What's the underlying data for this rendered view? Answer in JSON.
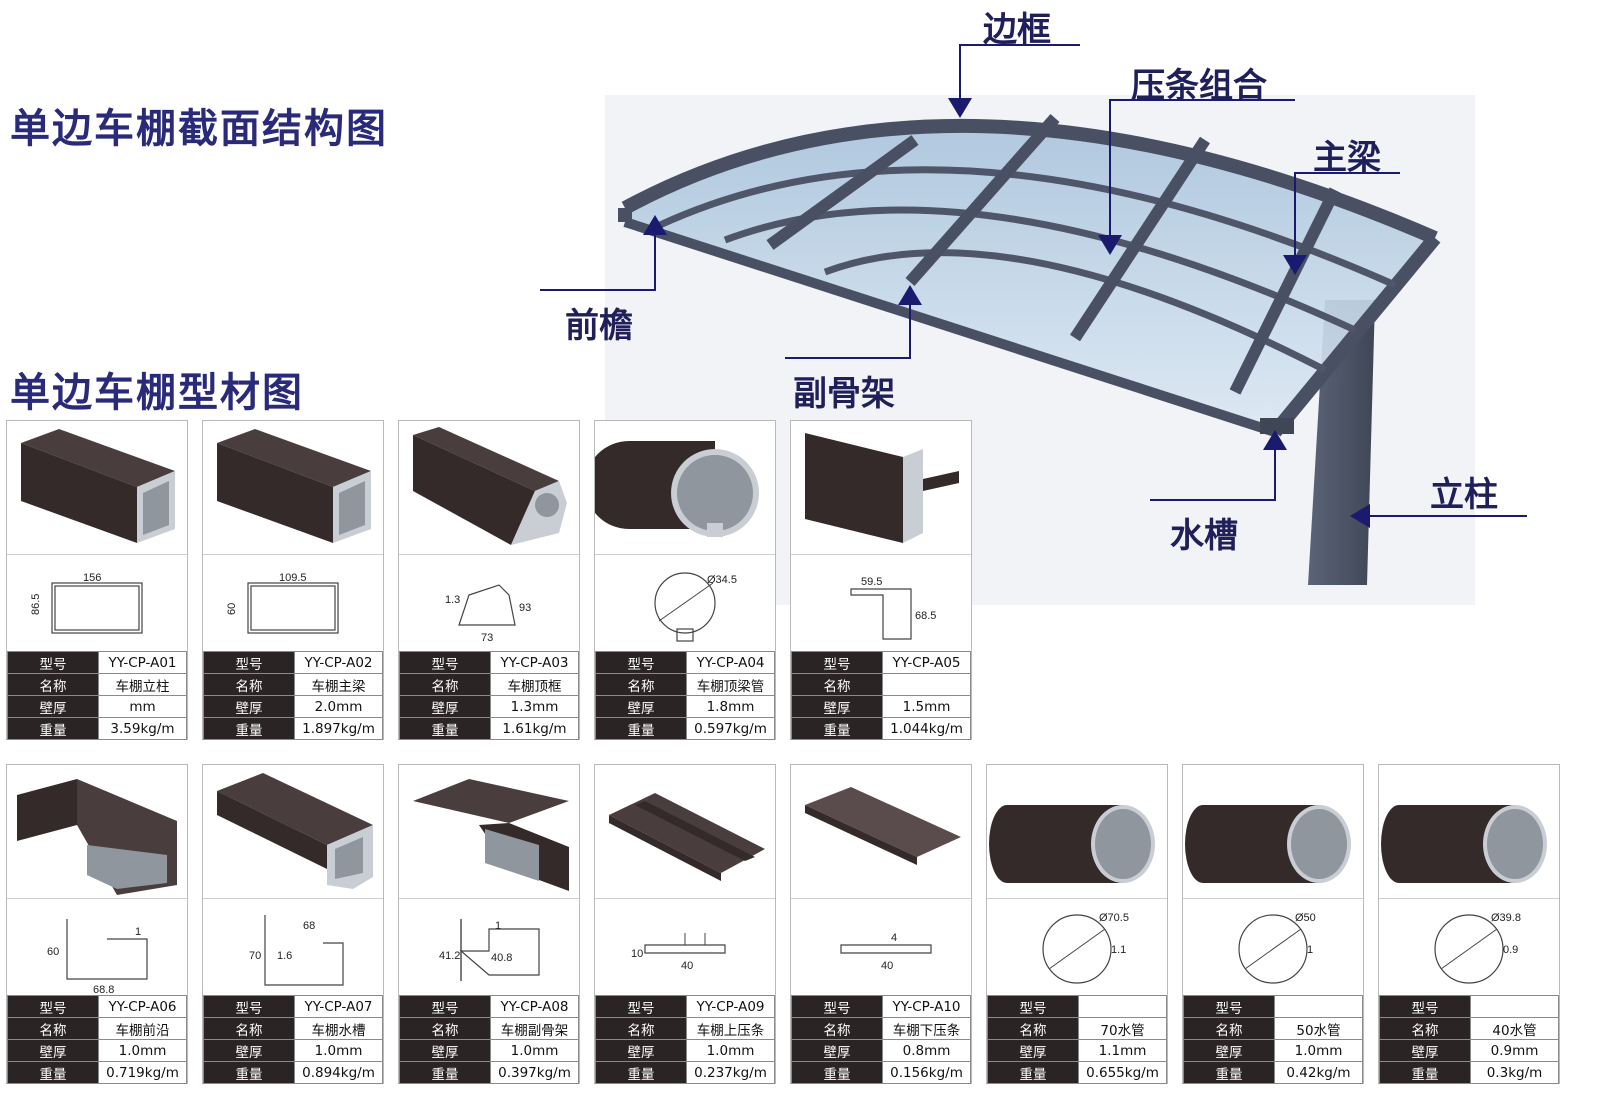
{
  "titles": {
    "structure": "单边车棚截面结构图",
    "profiles": "单边车棚型材图"
  },
  "callouts": {
    "frame": "边框",
    "strip_combo": "压条组合",
    "main_beam": "主梁",
    "front_eave": "前檐",
    "sub_frame": "副骨架",
    "gutter": "水槽",
    "column": "立柱"
  },
  "spec_labels": {
    "model": "型号",
    "name": "名称",
    "wall": "壁厚",
    "weight": "重量"
  },
  "profiles": [
    {
      "id": "A01",
      "model": "YY-CP-A01",
      "name": "车棚立柱",
      "wall": "mm",
      "weight": "3.59kg/m",
      "dims": [
        "156",
        "86.5"
      ],
      "icon": "rect-tube-icon"
    },
    {
      "id": "A02",
      "model": "YY-CP-A02",
      "name": "车棚主梁",
      "wall": "2.0mm",
      "weight": "1.897kg/m",
      "dims": [
        "109.5",
        "60"
      ],
      "icon": "rect-tube-icon"
    },
    {
      "id": "A03",
      "model": "YY-CP-A03",
      "name": "车棚顶框",
      "wall": "1.3mm",
      "weight": "1.61kg/m",
      "dims": [
        "1.3",
        "93",
        "73"
      ],
      "icon": "top-frame-icon"
    },
    {
      "id": "A04",
      "model": "YY-CP-A04",
      "name": "车棚顶梁管",
      "wall": "1.8mm",
      "weight": "0.597kg/m",
      "dims": [
        "Ø34.5"
      ],
      "icon": "round-beam-icon"
    },
    {
      "id": "A05",
      "model": "YY-CP-A05",
      "name": "",
      "wall": "1.5mm",
      "weight": "1.044kg/m",
      "dims": [
        "59.5",
        "68.5"
      ],
      "icon": "clip-profile-icon"
    },
    {
      "id": "A06",
      "model": "YY-CP-A06",
      "name": "车棚前沿",
      "wall": "1.0mm",
      "weight": "0.719kg/m",
      "dims": [
        "60",
        "1",
        "68.8"
      ],
      "icon": "front-edge-icon"
    },
    {
      "id": "A07",
      "model": "YY-CP-A07",
      "name": "车棚水槽",
      "wall": "1.0mm",
      "weight": "0.894kg/m",
      "dims": [
        "68",
        "70",
        "1.6"
      ],
      "icon": "gutter-icon"
    },
    {
      "id": "A08",
      "model": "YY-CP-A08",
      "name": "车棚副骨架",
      "wall": "1.0mm",
      "weight": "0.397kg/m",
      "dims": [
        "41.2",
        "40.8",
        "1"
      ],
      "icon": "sub-frame-icon"
    },
    {
      "id": "A09",
      "model": "YY-CP-A09",
      "name": "车棚上压条",
      "wall": "1.0mm",
      "weight": "0.237kg/m",
      "dims": [
        "10",
        "40"
      ],
      "icon": "upper-strip-icon"
    },
    {
      "id": "A10",
      "model": "YY-CP-A10",
      "name": "车棚下压条",
      "wall": "0.8mm",
      "weight": "0.156kg/m",
      "dims": [
        "4",
        "40"
      ],
      "icon": "lower-strip-icon"
    },
    {
      "id": "P70",
      "model": "",
      "name": "70水管",
      "wall": "1.1mm",
      "weight": "0.655kg/m",
      "dims": [
        "Ø70.5",
        "1.1"
      ],
      "icon": "pipe-icon"
    },
    {
      "id": "P50",
      "model": "",
      "name": "50水管",
      "wall": "1.0mm",
      "weight": "0.42kg/m",
      "dims": [
        "Ø50",
        "1"
      ],
      "icon": "pipe-icon"
    },
    {
      "id": "P40",
      "model": "",
      "name": "40水管",
      "wall": "0.9mm",
      "weight": "0.3kg/m",
      "dims": [
        "Ø39.8",
        "0.9"
      ],
      "icon": "pipe-icon"
    }
  ],
  "colors": {
    "title": "#2a2a7a",
    "callout": "#1f1f5a",
    "arrow": "#1a1a6e",
    "profile_dark": "#352a2a",
    "profile_inner": "#8f969e",
    "canopy_frame": "#4a5064",
    "canopy_glass": "#bcd3e6",
    "table_key_bg": "#2b2424"
  }
}
